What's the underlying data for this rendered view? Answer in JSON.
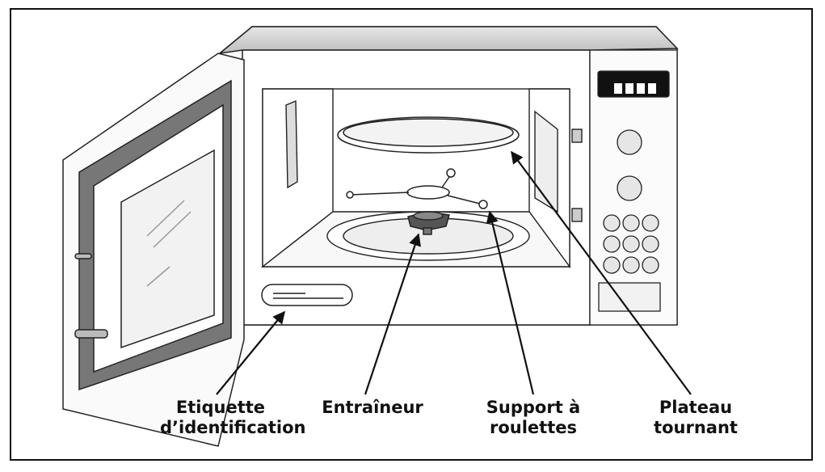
{
  "labels": {
    "id_label_line1": "Etiquette",
    "id_label_line2": "d’identification",
    "coupler": "Entraîneur",
    "roller_line1": "Support à",
    "roller_line2": "roulettes",
    "turntable_line1": "Plateau",
    "turntable_line2": "tournant"
  },
  "colors": {
    "line": "#222222",
    "body_top": "#cfcfcf",
    "window": "#f2f2f2",
    "button": "#e6e6e6",
    "display": "#111111"
  }
}
